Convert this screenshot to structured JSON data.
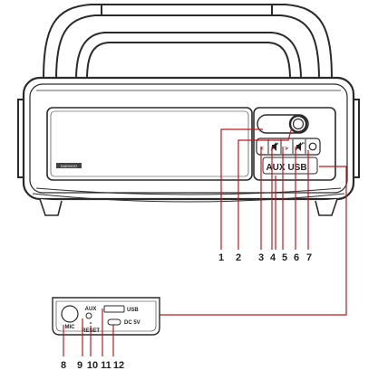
{
  "speaker": {
    "brand_text": "DAEWOO",
    "panel_labels": {
      "aux": "AUX",
      "usb": "USB"
    }
  },
  "port_panel": {
    "mic_label": "MIC",
    "aux_label": "AUX",
    "reset_label": "RESET",
    "usb_label": "USB",
    "dc_label": "DC 5V"
  },
  "callouts": {
    "top_row": [
      "1",
      "2",
      "3",
      "4",
      "5",
      "6",
      "7"
    ],
    "bottom_row": [
      "8",
      "9",
      "10",
      "11",
      "12"
    ]
  }
}
